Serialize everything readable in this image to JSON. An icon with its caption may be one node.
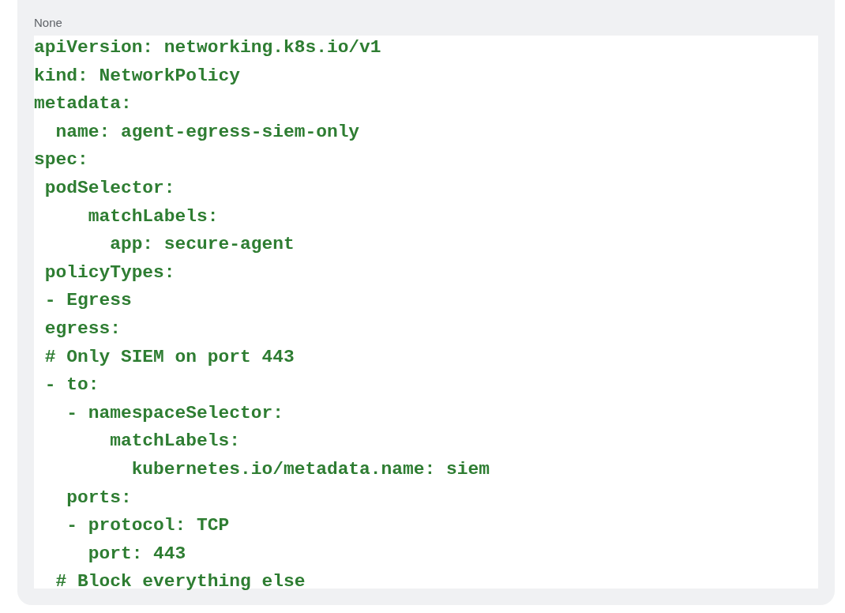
{
  "diagram": {
    "labels": [
      "None",
      "apiVersion: networking.k8s.io/v1",
      "kind: NetworkPolicy",
      "metadata:",
      "  name: agent-egress-siem-only",
      "spec:",
      " podSelector:",
      "     matchLabels:",
      "       app: secure-agent",
      " policyTypes:",
      " - Egress",
      " egress:",
      " # Only SIEM on port 443",
      " - to:",
      "   - namespaceSelector:",
      "       matchLabels:",
      "         kubernetes.io/metadata.name: siem",
      "   ports:",
      "   - protocol: TCP",
      "     port: 443",
      "  # Block everything else"
    ]
  }
}
